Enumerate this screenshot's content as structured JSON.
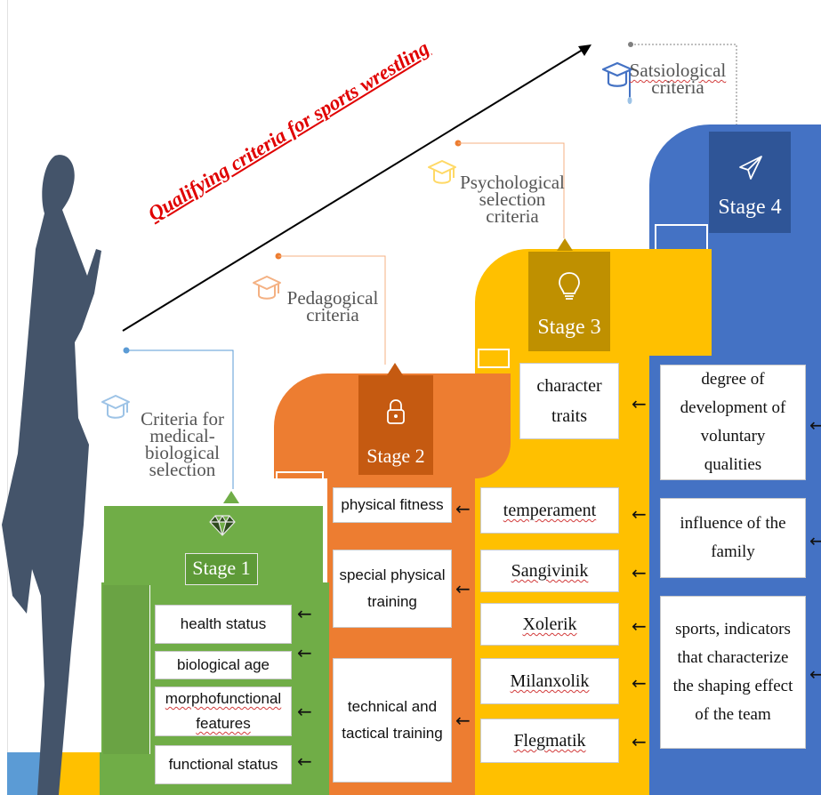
{
  "title": "Qualifying criteria for sports wrestling",
  "colors": {
    "stage1": "#70ad47",
    "stage2": "#ed7d31",
    "stage3": "#ffc000",
    "stage4": "#4472c4",
    "silhouette": "#44546a",
    "title": "#e00000"
  },
  "stages": [
    {
      "label": "Stage 1",
      "icon": "diamond-icon",
      "criteria_lines": [
        "Criteria for",
        "medical-",
        "biological",
        "selection"
      ],
      "items": [
        "health status",
        "biological age",
        "morphofunctional features",
        "functional status"
      ]
    },
    {
      "label": "Stage 2",
      "icon": "lock-icon",
      "criteria_lines": [
        "Pedagogical",
        "criteria"
      ],
      "items": [
        "physical fitness",
        "special physical training",
        "technical and tactical training"
      ]
    },
    {
      "label": "Stage 3",
      "icon": "lightbulb-icon",
      "criteria_lines": [
        "Psychological",
        "selection",
        "criteria"
      ],
      "items": [
        "character traits",
        "temperament",
        "Sangivinik",
        "Xolerik",
        "Milanxolik",
        "Flegmatik"
      ]
    },
    {
      "label": "Stage 4",
      "icon": "paper-plane-icon",
      "criteria_lines": [
        "Satsiological",
        "criteria"
      ],
      "items": [
        "degree of development of voluntary qualities",
        "influence of the family",
        "sports, indicators that characterize the shaping effect of the team"
      ]
    }
  ]
}
